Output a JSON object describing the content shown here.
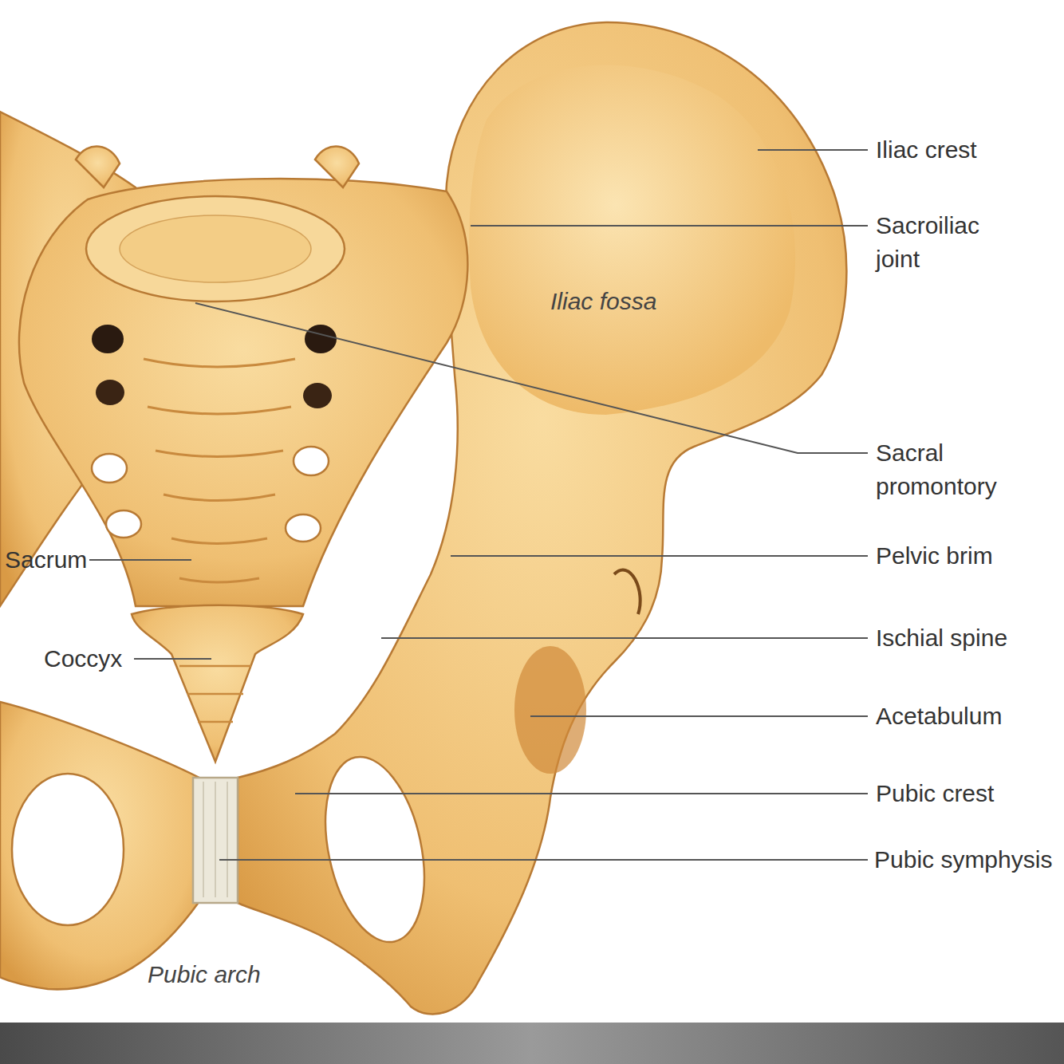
{
  "diagram": {
    "labels": [
      "Iliac crest",
      "Sacroiliac joint",
      "Iliac fossa",
      "Sacral promontory",
      "Pelvic brim",
      "Ischial spine",
      "Acetabulum",
      "Pubic crest",
      "Pubic symphysis",
      "Sacrum",
      "Coccyx",
      "Pubic arch"
    ]
  }
}
